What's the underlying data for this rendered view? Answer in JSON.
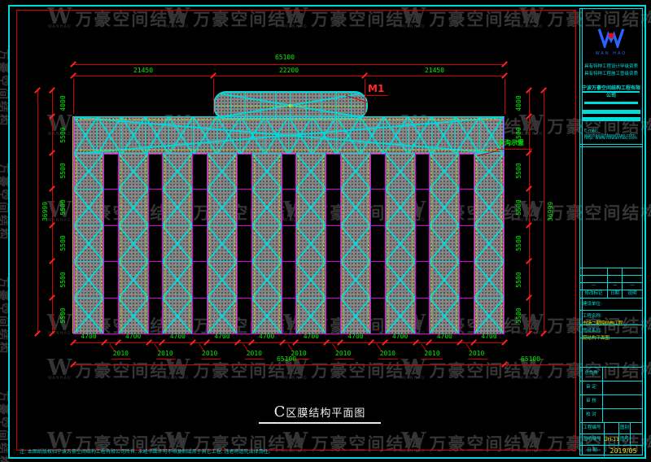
{
  "watermark": {
    "cn": "万豪空间结构",
    "caption": "WANHAO",
    "symbol": "W"
  },
  "drawing": {
    "m1": "M1",
    "gutter": "天沟示意",
    "sheet_title": "C区膜结构平面图",
    "dims": {
      "top_overall": "65100",
      "top_segments": [
        "21450",
        "22200",
        "21450"
      ],
      "side_overall": "36999",
      "side_segments": [
        "4000",
        "5500",
        "5500",
        "5500",
        "5500",
        "5500",
        "5500"
      ],
      "bottom_bays": [
        "4700",
        "4700",
        "4700",
        "4700",
        "4700",
        "4700",
        "4700",
        "4700",
        "4700",
        "4700"
      ],
      "bottom_gaps": [
        "2010",
        "2010",
        "2010",
        "2010",
        "2010",
        "2010",
        "2010",
        "2010",
        "2010"
      ],
      "bottom_overall": "65100",
      "bottom_overall_right": "65100"
    }
  },
  "titleblock": {
    "logo_caption": "WAN HAO",
    "qual1": "具有特种工程设计甲级资质",
    "qual2": "具有特种工程施工壹级资质",
    "company": "宁波万豪空间结构工程有限公司",
    "email": "E-mail: wanhao@nbwanhao.com",
    "website": "http: www.nbwanhao.com",
    "rev_cols": [
      "修改标记",
      "日期",
      "说明"
    ],
    "dash": "—",
    "owner_label": "建设单位:",
    "project_label": "工程名称:",
    "project_value": "市场二期膜结构工程",
    "sheet_label": "图纸名称:",
    "sheet_value": "膜结构平面图",
    "sign_rows": [
      "总负责",
      "审 定",
      "审 核",
      "校 对"
    ],
    "project_no_label": "工程编号",
    "category_label": "图别",
    "sheet_no_label": "图纸编号",
    "sheet_no": "GH-11",
    "fig_no_label": "图号",
    "date_label": "日 期",
    "date": "2019/05"
  },
  "footer_note": "注: 本图纸版权归宁波万豪空间结构工程有限公司所有, 未经书面许可不得复制或用于其它工程, 违者将追究法律责任。",
  "colors": {
    "cyan": "#00dcdc",
    "red": "#d40000",
    "green": "#00ef00",
    "magenta": "#e000e0",
    "yellow": "#f2e200"
  }
}
